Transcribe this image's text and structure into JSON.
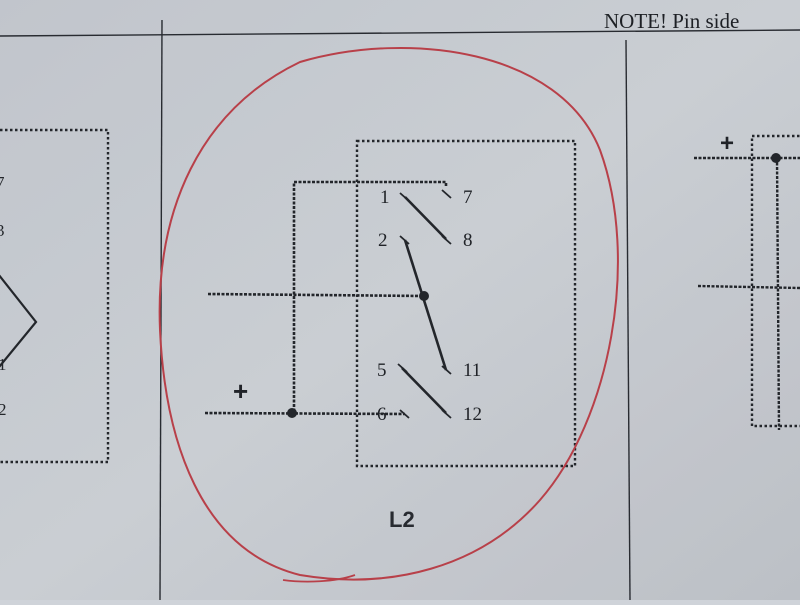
{
  "header": {
    "note": "NOTE! Pin side"
  },
  "left_panel": {
    "pins": [
      "7",
      "3",
      "1",
      "2"
    ]
  },
  "center_panel": {
    "caption": "L2",
    "plus": "+",
    "pins": {
      "p1": "1",
      "p2": "2",
      "p5": "5",
      "p6": "6",
      "p7": "7",
      "p8": "8",
      "p11": "11",
      "p12": "12"
    }
  },
  "right_panel": {
    "plus": "+"
  },
  "colors": {
    "paper": "#cfd3d9",
    "ink": "#22252a",
    "circle": "#c0434d"
  }
}
